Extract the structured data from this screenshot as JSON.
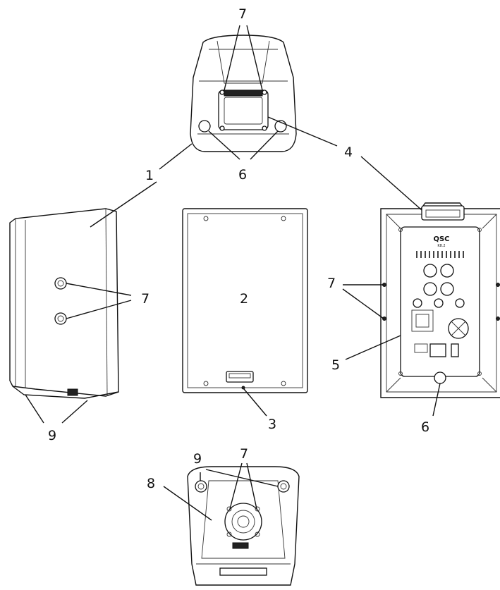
{
  "callouts": [
    "1",
    "2",
    "3",
    "4",
    "5",
    "6",
    "7",
    "8",
    "9"
  ],
  "product": {
    "brand_logo": "QSC",
    "model_badge": "K8.2"
  },
  "colors": {
    "line": "#111111",
    "background": "#ffffff"
  }
}
